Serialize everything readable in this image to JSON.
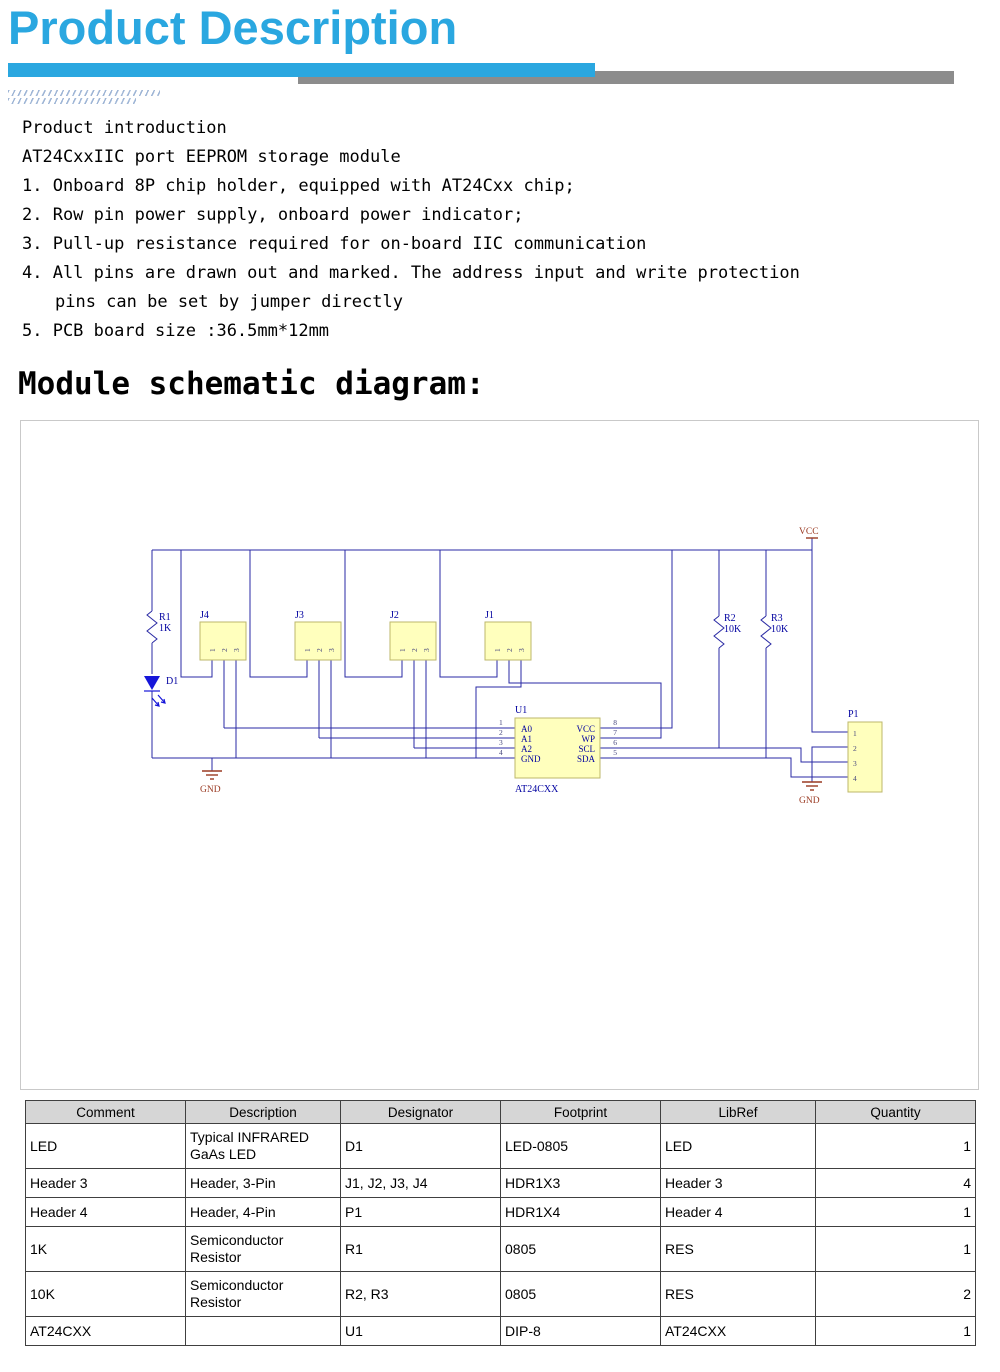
{
  "header": {
    "title": "Product Description"
  },
  "intro": {
    "lines": [
      "Product introduction",
      "AT24CxxIIC port EEPROM storage module",
      "1. Onboard 8P chip holder, equipped with AT24Cxx chip;",
      "2. Row pin power supply, onboard power indicator;",
      "3. Pull-up resistance required for on-board IIC communication",
      "4. All pins are drawn out and marked. The address input and write protection",
      "pins can be set by jumper directly",
      "5. PCB board size :36.5mm*12mm"
    ]
  },
  "schematic_heading": "Module schematic diagram:",
  "schematic": {
    "vcc": "VCC",
    "gnd_left": "GND",
    "gnd_right": "GND",
    "d1": "D1",
    "r1": {
      "name": "R1",
      "value": "1K"
    },
    "r2": {
      "name": "R2",
      "value": "10K"
    },
    "r3": {
      "name": "R3",
      "value": "10K"
    },
    "headers": [
      {
        "name": "J4",
        "pins": [
          "1",
          "2",
          "3"
        ]
      },
      {
        "name": "J3",
        "pins": [
          "1",
          "2",
          "3"
        ]
      },
      {
        "name": "J2",
        "pins": [
          "1",
          "2",
          "3"
        ]
      },
      {
        "name": "J1",
        "pins": [
          "1",
          "2",
          "3"
        ]
      }
    ],
    "u1": {
      "name": "U1",
      "part": "AT24CXX",
      "left_pins": [
        {
          "num": "1",
          "name": "A0"
        },
        {
          "num": "2",
          "name": "A1"
        },
        {
          "num": "3",
          "name": "A2"
        },
        {
          "num": "4",
          "name": "GND"
        }
      ],
      "right_pins": [
        {
          "num": "8",
          "name": "VCC"
        },
        {
          "num": "7",
          "name": "WP"
        },
        {
          "num": "6",
          "name": "SCL"
        },
        {
          "num": "5",
          "name": "SDA"
        }
      ]
    },
    "p1": {
      "name": "P1",
      "pins": [
        "1",
        "2",
        "3",
        "4"
      ]
    }
  },
  "table": {
    "columns": [
      "Comment",
      "Description",
      "Designator",
      "Footprint",
      "LibRef",
      "Quantity"
    ],
    "rows": [
      {
        "comment": "LED",
        "description": "Typical INFRARED GaAs LED",
        "designator": "D1",
        "footprint": "LED-0805",
        "libref": "LED",
        "quantity": "1"
      },
      {
        "comment": "Header 3",
        "description": "Header, 3-Pin",
        "designator": "J1, J2, J3, J4",
        "footprint": "HDR1X3",
        "libref": "Header 3",
        "quantity": "4"
      },
      {
        "comment": "Header 4",
        "description": "Header, 4-Pin",
        "designator": "P1",
        "footprint": "HDR1X4",
        "libref": "Header 4",
        "quantity": "1"
      },
      {
        "comment": "1K",
        "description": "Semiconductor Resistor",
        "designator": "R1",
        "footprint": "0805",
        "libref": "RES",
        "quantity": "1"
      },
      {
        "comment": "10K",
        "description": "Semiconductor Resistor",
        "designator": "R2, R3",
        "footprint": "0805",
        "libref": "RES",
        "quantity": "2"
      },
      {
        "comment": "AT24CXX",
        "description": "",
        "designator": "U1",
        "footprint": "DIP-8",
        "libref": "AT24CXX",
        "quantity": "1"
      }
    ]
  },
  "colors": {
    "accent": "#2aa7e0",
    "bar_gray": "#8c8c8c"
  }
}
